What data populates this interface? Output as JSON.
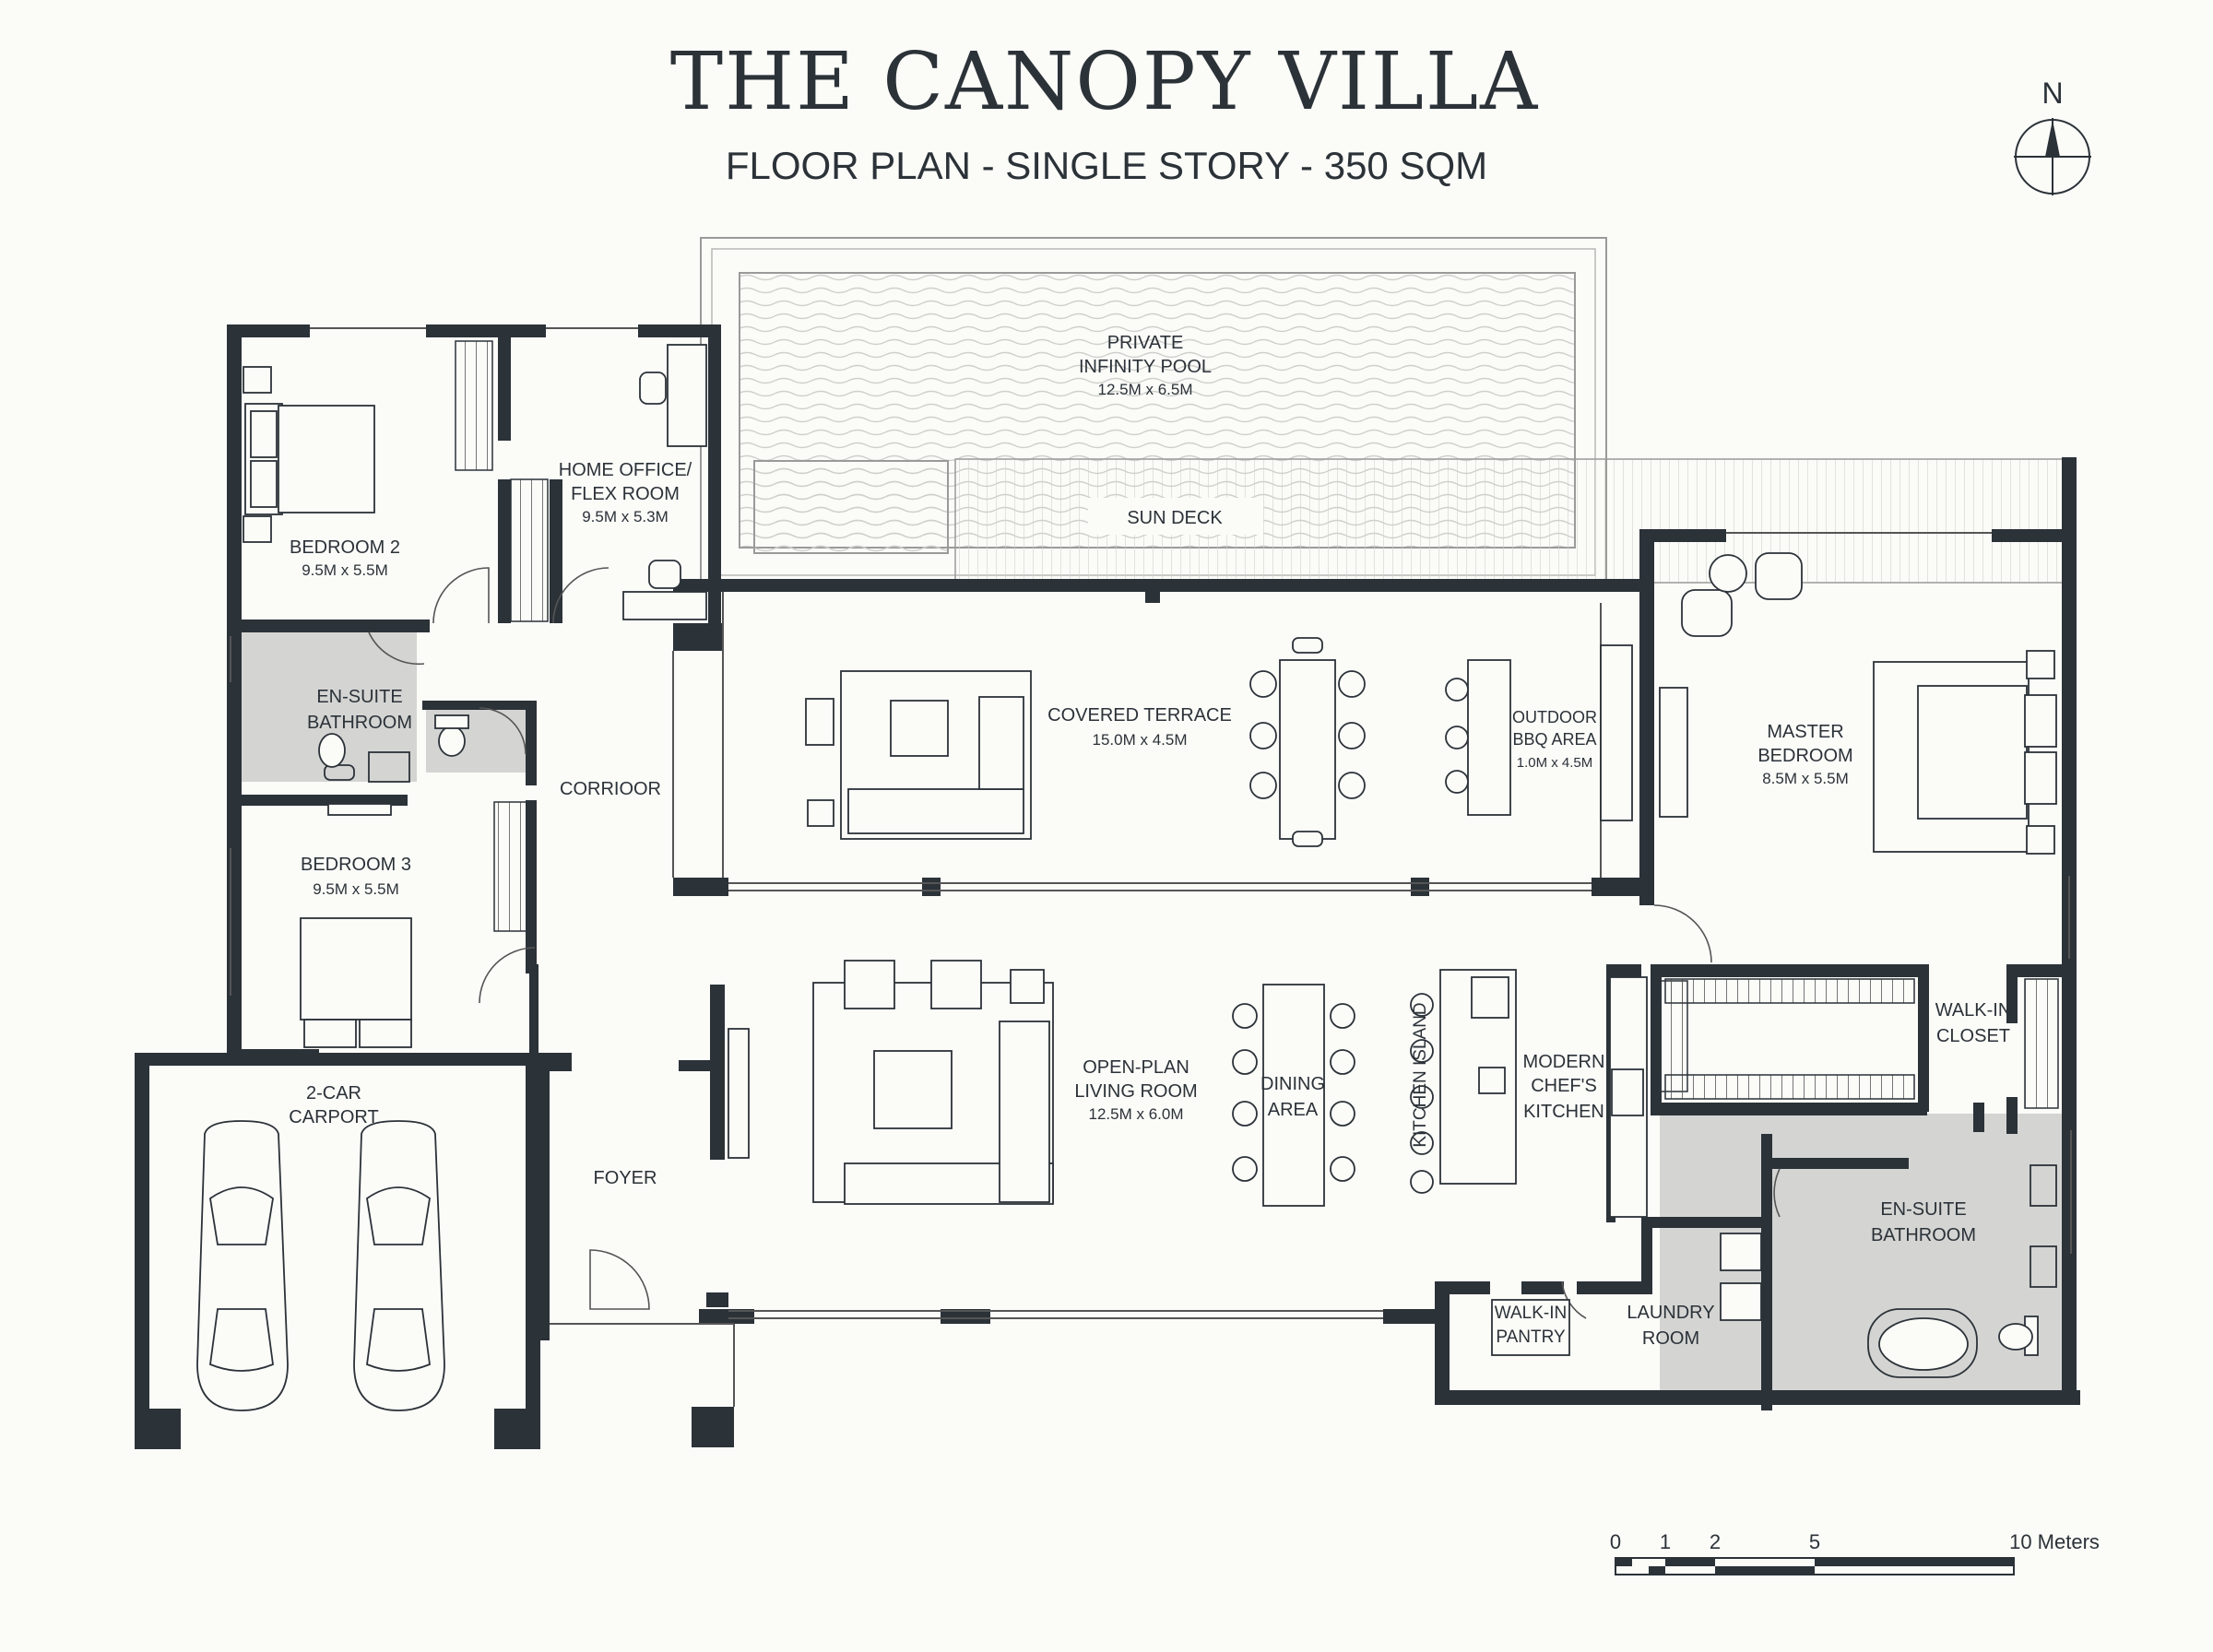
{
  "title": "THE CANOPY VILLA",
  "subtitle": "FLOOR PLAN - SINGLE STORY - 350 SQM",
  "compass": {
    "label": "N"
  },
  "colors": {
    "wall": "#2b3238",
    "wet_area": "#d4d5d3",
    "paper": "#fbfbf8",
    "pool": "#eeeeec"
  },
  "rooms": {
    "pool": {
      "name1": "PRIVATE",
      "name2": "INFINITY POOL",
      "size": "12.5M x 6.5M"
    },
    "sun_deck": {
      "name": "SUN DECK"
    },
    "home_office": {
      "name1": "HOME OFFICE/",
      "name2": "FLEX ROOM",
      "size": "9.5M x 5.3M"
    },
    "bedroom2": {
      "name": "BEDROOM 2",
      "size": "9.5M x 5.5M"
    },
    "ensuite_small": {
      "name1": "EN-SUITE",
      "name2": "BATHROOM"
    },
    "corridor": {
      "name": "CORRIOOR"
    },
    "bedroom3": {
      "name": "BEDROOM 3",
      "size": "9.5M x 5.5M"
    },
    "carport": {
      "name1": "2-CAR",
      "name2": "CARPORT"
    },
    "foyer": {
      "name": "FOYER"
    },
    "covered_terrace": {
      "name": "COVERED TERRACE",
      "size": "15.0M x 4.5M"
    },
    "outdoor_bbq": {
      "name1": "OUTDOOR",
      "name2": "BBQ AREA",
      "size": "1.0M x 4.5M"
    },
    "master_bedroom": {
      "name1": "MASTER",
      "name2": "BEDROOM",
      "size": "8.5M x 5.5M"
    },
    "living_room": {
      "name1": "OPEN-PLAN",
      "name2": "LIVING ROOM",
      "size": "12.5M x 6.0M"
    },
    "dining": {
      "name1": "DINING",
      "name2": "AREA"
    },
    "kitchen_island": {
      "name": "KITCHEN ISLAND"
    },
    "kitchen": {
      "name1": "MODERN",
      "name2": "CHEF'S",
      "name3": "KITCHEN"
    },
    "walkin_closet": {
      "name1": "WALK-IN",
      "name2": "CLOSET"
    },
    "ensuite_master": {
      "name1": "EN-SUITE",
      "name2": "BATHROOM"
    },
    "walkin_pantry": {
      "name1": "WALK-IN",
      "name2": "PANTRY"
    },
    "laundry": {
      "name1": "LAUNDRY",
      "name2": "ROOM"
    }
  },
  "scale_bar": {
    "ticks": [
      "0",
      "1",
      "2",
      "5",
      "10 Meters"
    ]
  }
}
